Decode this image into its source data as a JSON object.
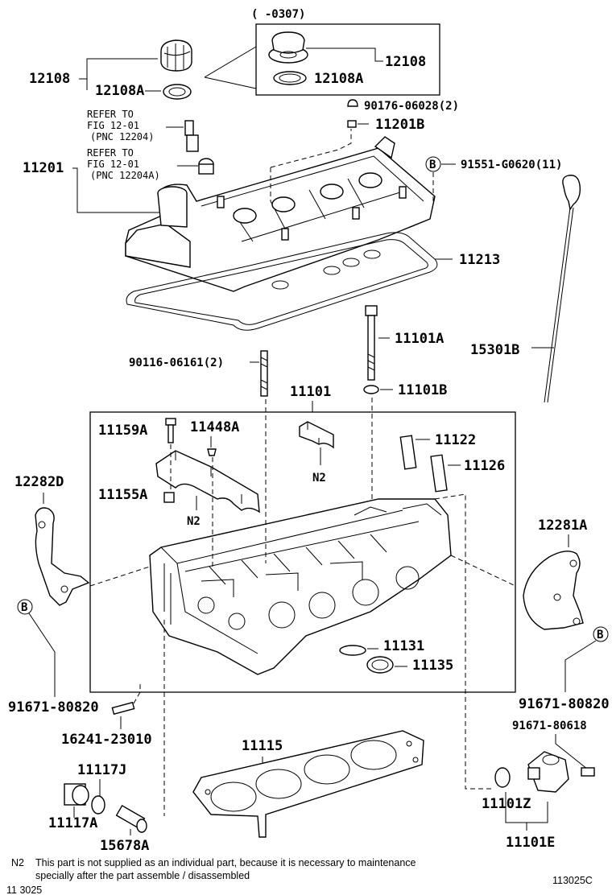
{
  "variant_range": "(      -0307)",
  "parts": {
    "p12108_left": "12108",
    "p12108a_left": "12108A",
    "p12108_right": "12108",
    "p12108a_right": "12108A",
    "p90176": "90176-06028(2)",
    "p11201b": "11201B",
    "p11201": "11201",
    "p91551": "91551-G0620(11)",
    "p11213": "11213",
    "p11101a": "11101A",
    "p15301b": "15301B",
    "p90116": "90116-06161(2)",
    "p11101b": "11101B",
    "p11101": "11101",
    "p11159a": "11159A",
    "p11448a": "11448A",
    "p11122": "11122",
    "p11126": "11126",
    "p12282d": "12282D",
    "p11155a": "11155A",
    "p12281a": "12281A",
    "p11131": "11131",
    "p11135": "11135",
    "p91671_80820_left": "91671-80820",
    "p91671_80820_right": "91671-80820",
    "p16241": "16241-23010",
    "p91671_80618": "91671-80618",
    "p11115": "11115",
    "p11117j": "11117J",
    "p11117a": "11117A",
    "p11101z": "11101Z",
    "p15678a": "15678A",
    "p11101e": "11101E"
  },
  "refs": {
    "refer1_line1": "REFER TO",
    "refer1_line2": "FIG 12-01",
    "refer1_line3": "(PNC 12204)",
    "refer2_line1": "REFER TO",
    "refer2_line2": "FIG 12-01",
    "refer2_line3": "(PNC 12204A)"
  },
  "markers": {
    "n2": "N2",
    "b": "B"
  },
  "note": {
    "key": "N2",
    "line1": "This part is not supplied as an individual part, because it is necessary to maintenance",
    "line2": "specially after the part assemble / disassembled"
  },
  "footer": {
    "page_code": "11 3025",
    "figure_code": "113025C"
  }
}
